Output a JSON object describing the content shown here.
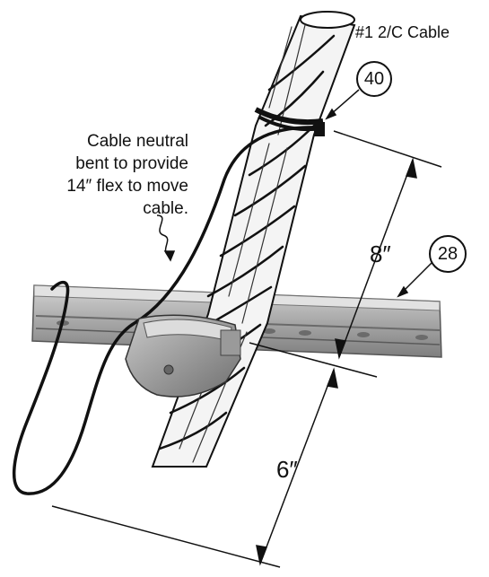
{
  "labels": {
    "cable": "#1 2/C Cable",
    "callout_40": "40",
    "callout_28": "28",
    "note_lines": [
      "Cable neutral",
      "bent to provide",
      "14″ flex to move",
      "cable."
    ],
    "dim_upper": "8″",
    "dim_lower": "6″"
  },
  "colors": {
    "ink": "#111111",
    "rail": "#b8b8b8",
    "clamp": "#8f8f8f"
  }
}
